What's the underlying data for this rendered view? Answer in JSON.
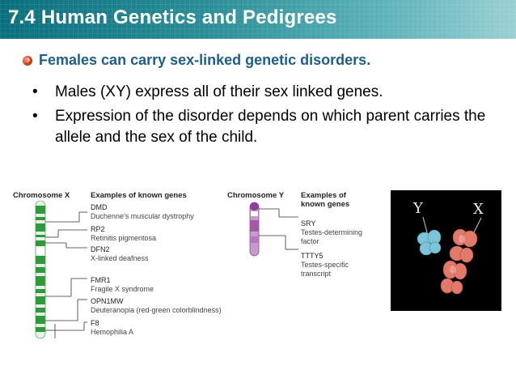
{
  "header": {
    "title": "7.4 Human Genetics and Pedigrees"
  },
  "main_point": {
    "text": "Females can carry sex-linked genetic disorders."
  },
  "sub_points": [
    {
      "bullet": "•",
      "text": "Males (XY) express all of their sex linked genes."
    },
    {
      "bullet": "•",
      "text": "Expression of the disorder depends on which parent carries the allele and the sex of the child."
    }
  ],
  "chromosome_x": {
    "title": "Chromosome X",
    "genes_header": "Examples of known genes",
    "genes": [
      {
        "name": "DMD",
        "description": "Duchenne's muscular dystrophy"
      },
      {
        "name": "RP2",
        "description": "Retinitis pigmentosa"
      },
      {
        "name": "DFN2",
        "description": "X-linked deafness"
      },
      {
        "name": "FMR1",
        "description": "Fragile X syndrome"
      },
      {
        "name": "OPN1MW",
        "description": "Deuteranopia (red-green colorblindness)"
      },
      {
        "name": "F8",
        "description": "Hemophilia A"
      }
    ]
  },
  "chromosome_y": {
    "title": "Chromosome Y",
    "genes_header_line1": "Examples of",
    "genes_header_line2": "known genes",
    "genes": [
      {
        "name": "SRY",
        "description_line1": "Testes-determining",
        "description_line2": "factor"
      },
      {
        "name": "TTTY5",
        "description_line1": "Testes-specific",
        "description_line2": "transcript"
      }
    ]
  },
  "photo": {
    "label_y": "Y",
    "label_x": "X"
  },
  "colors": {
    "header_teal": "#0a6f7c",
    "title_blue": "#1f5e8a",
    "x_chromosome_green": "#2f9a3a",
    "y_chromosome_purple": "#a25aa8",
    "y_photo_blue": "#7ec4d8",
    "x_photo_salmon": "#e27a6c"
  }
}
